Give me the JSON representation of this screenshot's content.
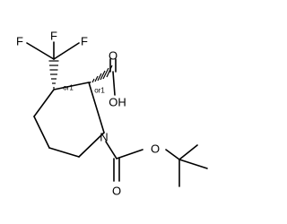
{
  "molecule": {
    "atoms": {
      "f_top": "F",
      "f_left": "F",
      "f_right": "F",
      "o_carbonyl_acid": "O",
      "oh_acid": "OH",
      "n_ring": "N",
      "o_ester": "O",
      "o_carbonyl_boc": "O"
    },
    "stereo": {
      "c3": "or1",
      "c2": "or1"
    }
  }
}
